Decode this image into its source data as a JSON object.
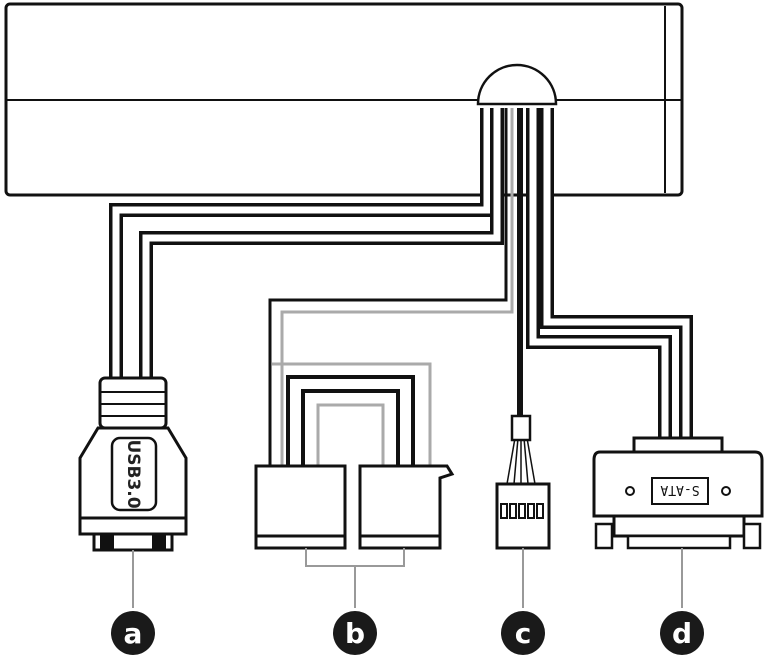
{
  "diagram": {
    "connector_a": {
      "label": "a",
      "text": "USB3.0"
    },
    "connector_b": {
      "label": "b"
    },
    "connector_c": {
      "label": "c"
    },
    "connector_d": {
      "label": "d",
      "text": "S-ATA"
    }
  }
}
